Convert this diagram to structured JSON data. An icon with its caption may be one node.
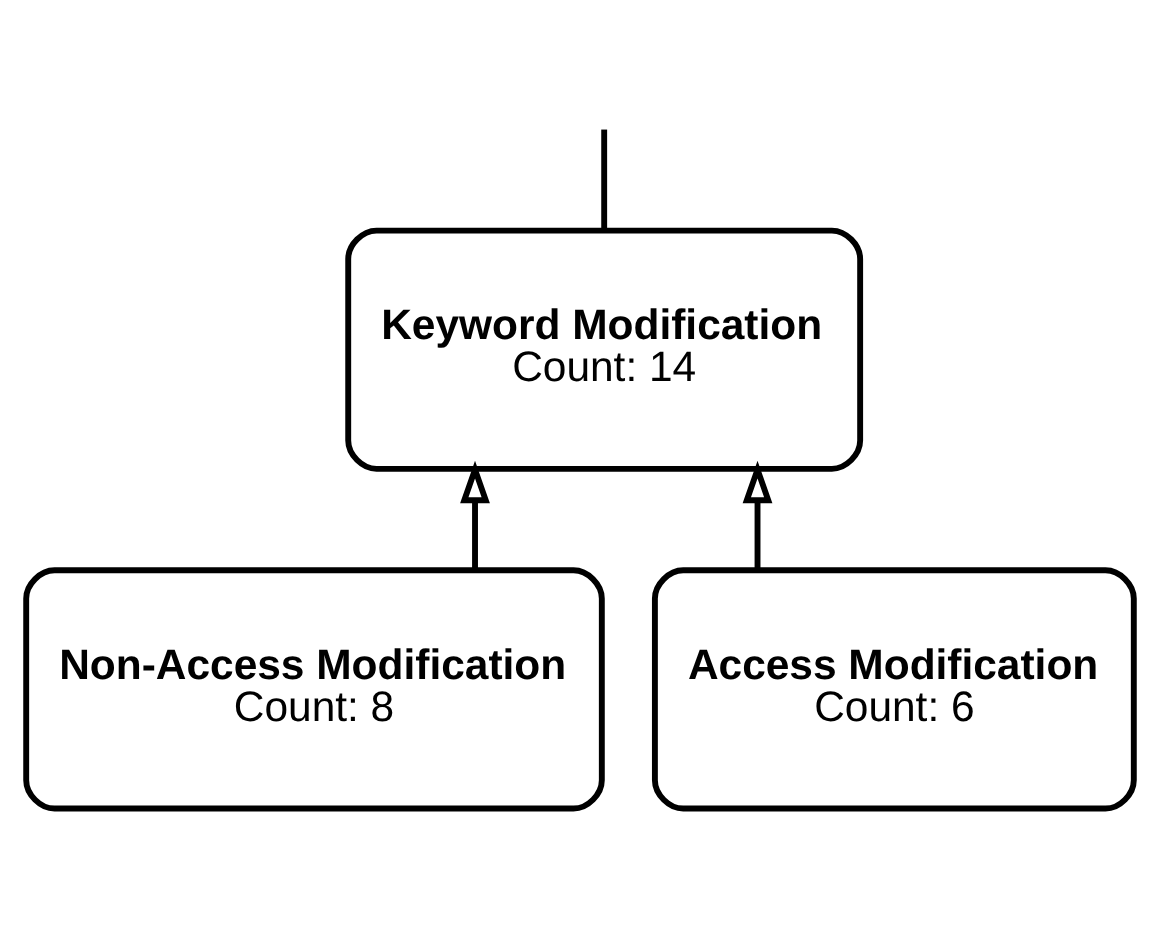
{
  "diagram": {
    "nodes": [
      {
        "text": [
          "Keyword Modification",
          "Count: 14"
        ]
      },
      {
        "text": [
          "Non-Access Modification",
          "Count: 8"
        ]
      },
      {
        "text": [
          "Access Modification",
          "Count: 6"
        ]
      }
    ],
    "edges": [
      {
        "from": 0,
        "to": null,
        "arrow": "none"
      },
      {
        "from": 1,
        "to": 0,
        "arrow": "to"
      },
      {
        "from": 2,
        "to": 0,
        "arrow": "to"
      }
    ]
  }
}
